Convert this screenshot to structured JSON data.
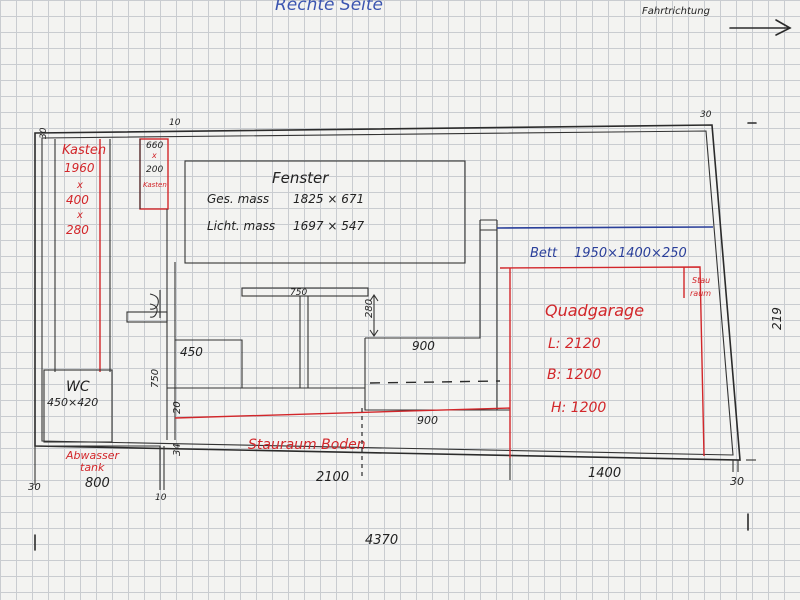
{
  "header": {
    "side_title": "Rechte Seite",
    "direction_label": "Fahrtrichtung"
  },
  "colors": {
    "ink": "#2b2b2b",
    "red_ink": "#d2262a",
    "blue_ink": "#2a3f9a",
    "grid": "#c9ccd0"
  },
  "cabinet": {
    "title": "Kasten",
    "w": "1960",
    "x1": "x",
    "d": "400",
    "x2": "x",
    "h": "280"
  },
  "small_cabinet": {
    "w": "660",
    "x": "x",
    "d": "200",
    "label": "Kasten"
  },
  "window": {
    "title": "Fenster",
    "total_label": "Ges. mass",
    "total_value": "1825 × 671",
    "clear_label": "Licht. mass",
    "clear_value": "1697 × 547"
  },
  "table_width": "750",
  "bench_height": "280",
  "bench_left": "450",
  "bench_right_top": "900",
  "bench_right_bottom": "900",
  "bed": {
    "label": "Bett",
    "size": "1950×1400×250"
  },
  "garage": {
    "title": "Quadgarage",
    "l": "L: 2120",
    "b": "B: 1200",
    "h": "H: 1200"
  },
  "storage_right": {
    "line1": "Stau",
    "line2": "raum"
  },
  "wc": {
    "title": "WC",
    "size": "450×420"
  },
  "waste_tank": {
    "line1": "Abwasser",
    "line2": "tank"
  },
  "storage_floor": "Stauraum Boden",
  "dimensions": {
    "d30_top_left": "30",
    "d10_top": "10",
    "d30_top_right": "30",
    "d219": "219",
    "d750": "750",
    "d20": "20",
    "d34": "34",
    "d30_bottom_left": "30",
    "d800": "800",
    "d10_bottom": "10",
    "d2100": "2100",
    "d1400": "1400",
    "d30_bottom_right": "30",
    "d4370": "4370"
  }
}
